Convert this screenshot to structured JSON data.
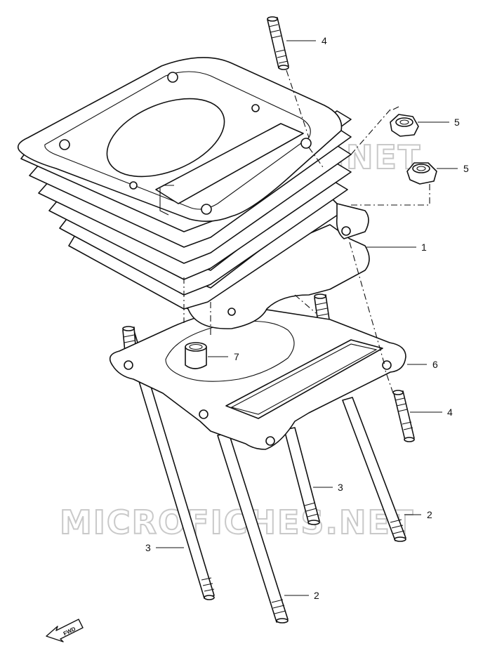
{
  "watermark": {
    "text": "MICROFICHES.NET"
  },
  "fwd_label": "FWD",
  "parts": {
    "cylinder": {
      "number": "1"
    },
    "stud_long_front": {
      "number": "2"
    },
    "stud_long_rear": {
      "number": "2"
    },
    "stud_med_left": {
      "number": "3"
    },
    "stud_med_center": {
      "number": "3"
    },
    "stud_short_top": {
      "number": "4"
    },
    "stud_short_right": {
      "number": "4"
    },
    "nut_upper": {
      "number": "5"
    },
    "nut_lower": {
      "number": "5"
    },
    "gasket": {
      "number": "6"
    },
    "dowel_pin": {
      "number": "7"
    }
  }
}
